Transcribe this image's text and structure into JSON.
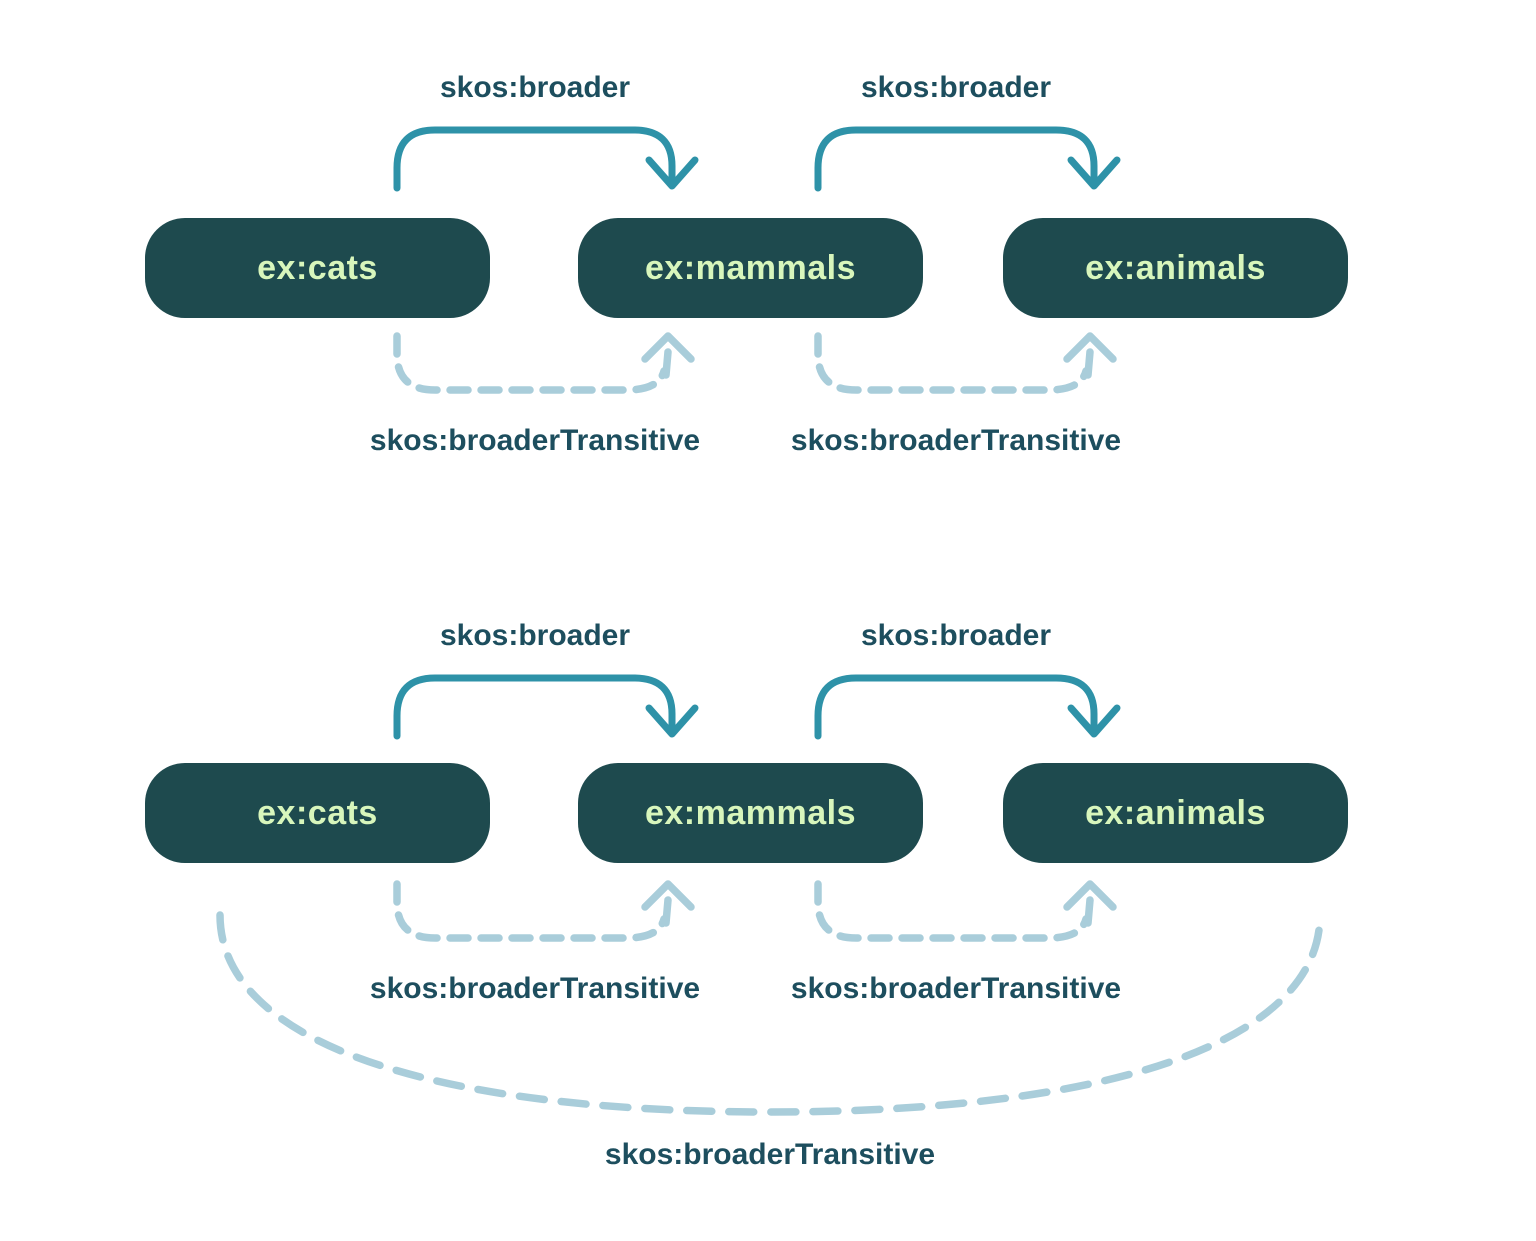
{
  "colors": {
    "background": "#ffffff",
    "node_fill": "#1e4a4e",
    "node_text": "#d8f6bc",
    "solid_arrow": "#2e92a8",
    "dashed_arrow": "#a9cdda",
    "edge_label_text": "#1d4e5e"
  },
  "top_diagram": {
    "nodes": [
      {
        "label": "ex:cats"
      },
      {
        "label": "ex:mammals"
      },
      {
        "label": "ex:animals"
      }
    ],
    "solid_edges": [
      {
        "from": "ex:cats",
        "to": "ex:mammals",
        "label": "skos:broader"
      },
      {
        "from": "ex:mammals",
        "to": "ex:animals",
        "label": "skos:broader"
      }
    ],
    "dashed_edges": [
      {
        "from": "ex:cats",
        "to": "ex:mammals",
        "label": "skos:broaderTransitive"
      },
      {
        "from": "ex:mammals",
        "to": "ex:animals",
        "label": "skos:broaderTransitive"
      }
    ]
  },
  "bottom_diagram": {
    "nodes": [
      {
        "label": "ex:cats"
      },
      {
        "label": "ex:mammals"
      },
      {
        "label": "ex:animals"
      }
    ],
    "solid_edges": [
      {
        "from": "ex:cats",
        "to": "ex:mammals",
        "label": "skos:broader"
      },
      {
        "from": "ex:mammals",
        "to": "ex:animals",
        "label": "skos:broader"
      }
    ],
    "dashed_edges": [
      {
        "from": "ex:cats",
        "to": "ex:mammals",
        "label": "skos:broaderTransitive"
      },
      {
        "from": "ex:mammals",
        "to": "ex:animals",
        "label": "skos:broaderTransitive"
      },
      {
        "from": "ex:cats",
        "to": "ex:animals",
        "label": "skos:broaderTransitive"
      }
    ]
  }
}
